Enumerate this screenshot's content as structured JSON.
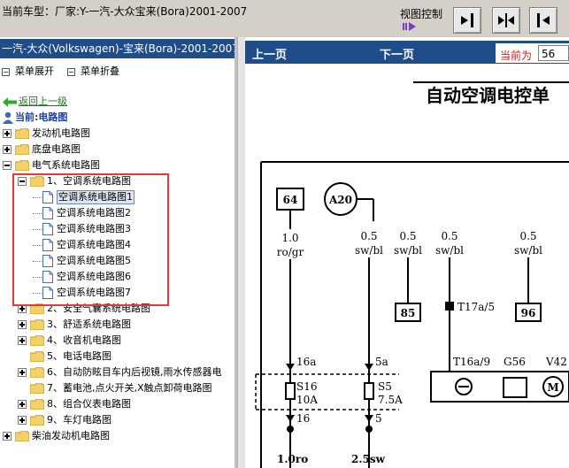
{
  "topbar": {
    "car_title": "当前车型：厂家:Y-一汽-大众宝来(Bora)2001-2007",
    "view_control_label": "视图控制",
    "buttons": [
      "collapse-left-button",
      "split-button",
      "expand-left-button"
    ]
  },
  "left_panel": {
    "header": "一汽-大众(Volkswagen)-宝来(Bora)-2001-2007",
    "expand_all": "菜单展开",
    "collapse_all": "菜单折叠",
    "back_link": "返回上一级",
    "current": "当前:电路图",
    "tree": [
      {
        "label": "发动机电路图",
        "level": 0,
        "state": "collapsed"
      },
      {
        "label": "底盘电路图",
        "level": 0,
        "state": "collapsed"
      },
      {
        "label": "电气系统电路图",
        "level": 0,
        "state": "expanded"
      },
      {
        "label": "1、空调系统电路图",
        "level": 1,
        "state": "expanded"
      },
      {
        "label": "空调系统电路图1",
        "level": 2,
        "state": "page",
        "selected": true
      },
      {
        "label": "空调系统电路图2",
        "level": 2,
        "state": "page"
      },
      {
        "label": "空调系统电路图3",
        "level": 2,
        "state": "page"
      },
      {
        "label": "空调系统电路图4",
        "level": 2,
        "state": "page"
      },
      {
        "label": "空调系统电路图5",
        "level": 2,
        "state": "page"
      },
      {
        "label": "空调系统电路图6",
        "level": 2,
        "state": "page"
      },
      {
        "label": "空调系统电路图7",
        "level": 2,
        "state": "page"
      },
      {
        "label": "2、安全气囊系统电路图",
        "level": 1,
        "state": "collapsed"
      },
      {
        "label": "3、舒适系统电路图",
        "level": 1,
        "state": "collapsed"
      },
      {
        "label": "4、收音机电路图",
        "level": 1,
        "state": "collapsed"
      },
      {
        "label": "5、电话电路图",
        "level": 1,
        "state": "leaf"
      },
      {
        "label": "6、自动防眩目车内后视镜,雨水传感器电",
        "level": 1,
        "state": "collapsed"
      },
      {
        "label": "7、蓄电池,点火开关,X触点卸荷电路图",
        "level": 1,
        "state": "leaf"
      },
      {
        "label": "8、组合仪表电路图",
        "level": 1,
        "state": "collapsed"
      },
      {
        "label": "9、车灯电路图",
        "level": 1,
        "state": "collapsed"
      },
      {
        "label": "柴油发动机电路图",
        "level": 0,
        "state": "collapsed"
      }
    ]
  },
  "right_panel": {
    "prev_page": "上一页",
    "next_page": "下一页",
    "current_label": "当前为",
    "current_value": "56",
    "diagram_title": "自动空调电控单",
    "diagram": {
      "box_64": "64",
      "circle_a20": "A20",
      "wire1_size": "1.0",
      "wire1_color": "ro/gr",
      "wire2_size": "0.5",
      "wire2_color": "sw/bl",
      "wire3_size": "0.5",
      "wire3_color": "sw/bl",
      "wire4_size": "0.5",
      "wire4_color": "sw/bl",
      "wire5_size": "0.5",
      "wire5_color": "sw/bl",
      "box_85": "85",
      "box_96": "96",
      "connector_t17a": "T17a/5",
      "fuse1_top": "16a",
      "fuse1_name": "S16",
      "fuse1_rating": "10A",
      "fuse1_bottom": "16",
      "fuse2_top": "5a",
      "fuse2_name": "S5",
      "fuse2_rating": "7.5A",
      "fuse2_bottom": "5",
      "connector_t16a": "T16a/9",
      "label_g56": "G56",
      "label_v42": "V42",
      "bottom1": "1.0ro",
      "bottom2": "2.5sw"
    }
  }
}
